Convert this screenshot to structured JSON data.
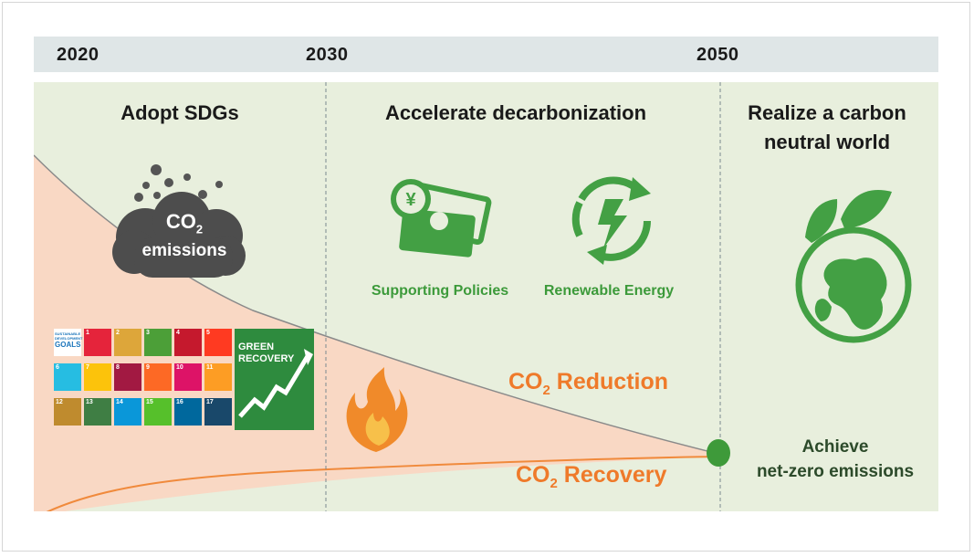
{
  "timeline": {
    "years": [
      "2020",
      "2030",
      "2050"
    ]
  },
  "phases": {
    "phase1": {
      "title": "Adopt SDGs"
    },
    "phase2": {
      "title": "Accelerate decarbonization"
    },
    "phase3": {
      "title_line1": "Realize a carbon",
      "title_line2": "neutral world"
    }
  },
  "cloud": {
    "formula_main": "CO",
    "formula_sub": "2",
    "label": "emissions"
  },
  "features": {
    "policies": "Supporting Policies",
    "renewable": "Renewable Energy"
  },
  "sdg": {
    "logo_line1": "SUSTAINABLE",
    "logo_line2": "DEVELOPMENT",
    "logo_line3": "GOALS",
    "numbers": [
      "1",
      "2",
      "3",
      "4",
      "5",
      "6",
      "7",
      "8",
      "9",
      "10",
      "11",
      "12",
      "13",
      "14",
      "15",
      "16",
      "17"
    ]
  },
  "green_recovery": {
    "line1": "GREEN",
    "line2": "RECOVERY"
  },
  "curves": {
    "reduction": {
      "main": "CO",
      "sub": "2",
      "rest": " Reduction"
    },
    "recovery": {
      "main": "CO",
      "sub": "2",
      "rest": " Recovery"
    }
  },
  "goal": {
    "line1": "Achieve",
    "line2": "net-zero emissions"
  },
  "icons": {
    "currency": "yen-money-icon",
    "energy": "renewable-energy-icon",
    "earth": "leaf-earth-icon",
    "flame": "flame-icon"
  },
  "colors": {
    "reduction_area": "#f9d8c4",
    "recovery_line": "#f08a3c",
    "label_green": "#3c9a3a",
    "panel": "#e8efdd",
    "timeline_bar": "#dfe6e7"
  }
}
